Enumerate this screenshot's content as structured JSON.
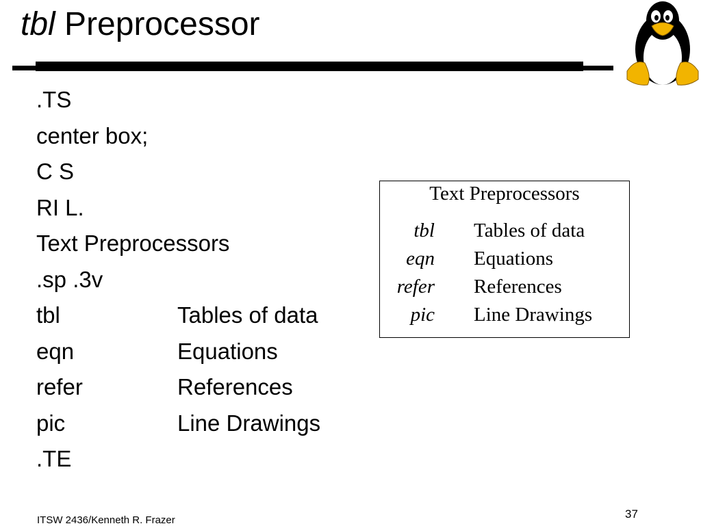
{
  "slide": {
    "title_italic": "tbl",
    "title_rest": "Preprocessor",
    "footer": "ITSW 2436/Kenneth R. Frazer",
    "page_number": "37",
    "logo": "tux-penguin-logo"
  },
  "code": [
    {
      "col1": ".TS",
      "col2": ""
    },
    {
      "col1": "center box;",
      "col2": ""
    },
    {
      "col1": "C S",
      "col2": ""
    },
    {
      "col1": "RI L.",
      "col2": ""
    },
    {
      "col1": "Text Preprocessors",
      "col2": ""
    },
    {
      "col1": ".sp .3v",
      "col2": ""
    },
    {
      "col1": "tbl",
      "col2": "Tables of data"
    },
    {
      "col1": "eqn",
      "col2": "Equations"
    },
    {
      "col1": "refer",
      "col2": "References"
    },
    {
      "col1": "pic",
      "col2": "Line Drawings"
    },
    {
      "col1": ".TE",
      "col2": ""
    }
  ],
  "rendered_table": {
    "title": "Text Preprocessors",
    "rows": [
      {
        "name": "tbl",
        "desc": "Tables of data"
      },
      {
        "name": "eqn",
        "desc": "Equations"
      },
      {
        "name": "refer",
        "desc": "References"
      },
      {
        "name": "pic",
        "desc": "Line Drawings"
      }
    ]
  }
}
